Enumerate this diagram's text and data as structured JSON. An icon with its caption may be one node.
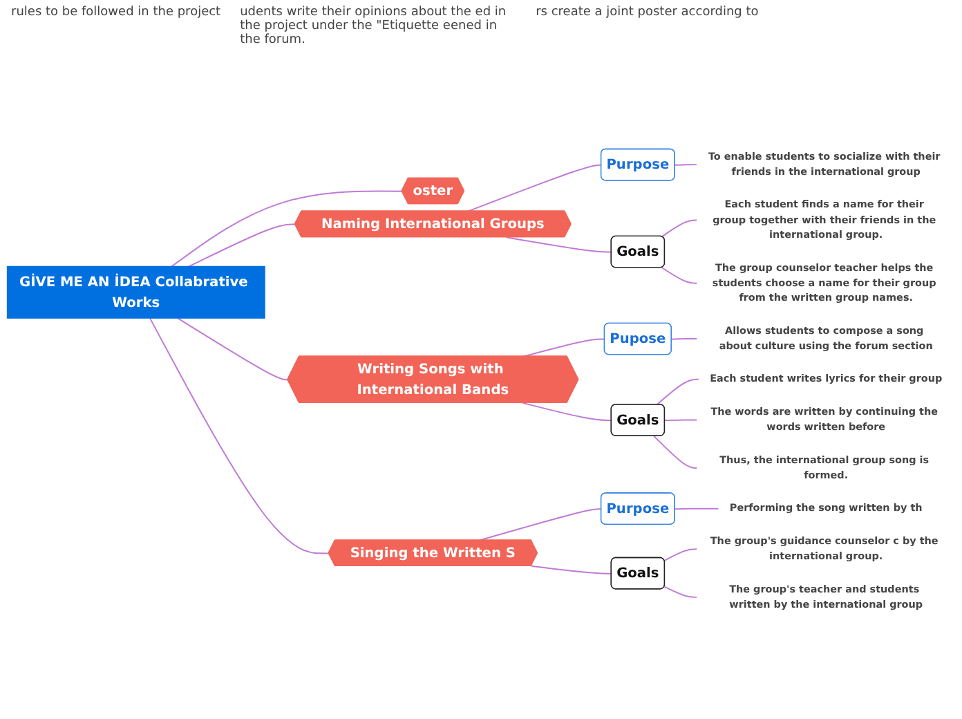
{
  "diagram": {
    "nodes": [
      {
        "text": [
          "GİVE ME AN İDEA Collabrative Works"
        ]
      },
      {
        "text": [
          "oster"
        ]
      },
      {
        "text": [
          "Naming International Groups"
        ]
      },
      {
        "text": [
          "Purpose"
        ]
      },
      {
        "text": [
          "To enable students to socialize with their friends in the international group"
        ]
      },
      {
        "text": [
          "Goals"
        ]
      },
      {
        "text": [
          "Each student finds a name for their group together with their friends in the international group."
        ]
      },
      {
        "text": [
          "The group counselor teacher helps the students choose a name for their group from the written group names."
        ]
      },
      {
        "text": [
          "Writing Songs with International Bands"
        ]
      },
      {
        "text": [
          "Pupose"
        ]
      },
      {
        "text": [
          "Allows students to compose a song about culture using the forum section"
        ]
      },
      {
        "text": [
          "Goals"
        ]
      },
      {
        "text": [
          "Each student writes lyrics for their group"
        ]
      },
      {
        "text": [
          "The words are written by continuing the words written before"
        ]
      },
      {
        "text": [
          "Thus, the international group song is formed."
        ]
      },
      {
        "text": [
          "Singing the Written S"
        ]
      },
      {
        "text": [
          "Purpose"
        ]
      },
      {
        "text": [
          "Performing the song written by th"
        ]
      },
      {
        "text": [
          "Goals"
        ]
      },
      {
        "text": [
          "The group's guidance counselor c by the international group."
        ]
      },
      {
        "text": [
          "The group's teacher and students written by the international group"
        ]
      }
    ],
    "edges": [
      {
        "from": 0,
        "to": 1,
        "arrow": "none"
      },
      {
        "from": 0,
        "to": 2,
        "arrow": "none"
      },
      {
        "from": 0,
        "to": 8,
        "arrow": "none"
      },
      {
        "from": 0,
        "to": 15,
        "arrow": "none"
      },
      {
        "from": 2,
        "to": 3,
        "arrow": "none"
      },
      {
        "from": 3,
        "to": 4,
        "arrow": "none"
      },
      {
        "from": 2,
        "to": 5,
        "arrow": "none"
      },
      {
        "from": 5,
        "to": 6,
        "arrow": "none"
      },
      {
        "from": 5,
        "to": 7,
        "arrow": "none"
      },
      {
        "from": 8,
        "to": 9,
        "arrow": "none"
      },
      {
        "from": 9,
        "to": 10,
        "arrow": "none"
      },
      {
        "from": 8,
        "to": 11,
        "arrow": "none"
      },
      {
        "from": 11,
        "to": 12,
        "arrow": "none"
      },
      {
        "from": 11,
        "to": 13,
        "arrow": "none"
      },
      {
        "from": 11,
        "to": 14,
        "arrow": "none"
      },
      {
        "from": 15,
        "to": 16,
        "arrow": "none"
      },
      {
        "from": 16,
        "to": 17,
        "arrow": "none"
      },
      {
        "from": 15,
        "to": 18,
        "arrow": "none"
      },
      {
        "from": 18,
        "to": 19,
        "arrow": "none"
      },
      {
        "from": 18,
        "to": 20,
        "arrow": "none"
      }
    ],
    "labels": [
      "rules to be followed in the project",
      "udents write their opinions about the ed in the project under the \"Etiquette eened in the forum.",
      "rs create a joint poster according to"
    ]
  }
}
